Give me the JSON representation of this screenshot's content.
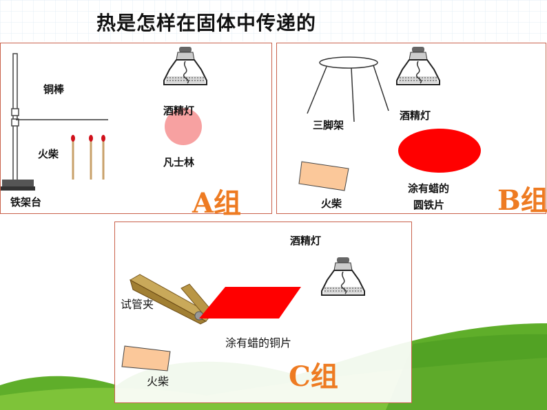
{
  "title": "热是怎样在固体中传递的",
  "panel_a": {
    "label_rod": "铜棒",
    "label_lamp": "酒精灯",
    "label_matches": "火柴",
    "label_vaseline": "凡士林",
    "label_stand": "铁架台",
    "group": "A组"
  },
  "panel_b": {
    "label_tripod": "三脚架",
    "label_lamp": "酒精灯",
    "label_matches": "火柴",
    "label_disc_line1": "涂有蜡的",
    "label_disc_line2": "圆铁片",
    "group": "B组"
  },
  "panel_c": {
    "label_lamp": "酒精灯",
    "label_clamp": "试管夹",
    "label_plate": "涂有蜡的铜片",
    "label_matches": "火柴",
    "group": "C组"
  },
  "colors": {
    "group_text": "#ee7b22",
    "panel_border": "#c9604a",
    "vaseline": "#f7a1a1",
    "wax_red": "#ff0000",
    "matchbox": "#fbc89a",
    "hill_green": "#5fae2a"
  }
}
